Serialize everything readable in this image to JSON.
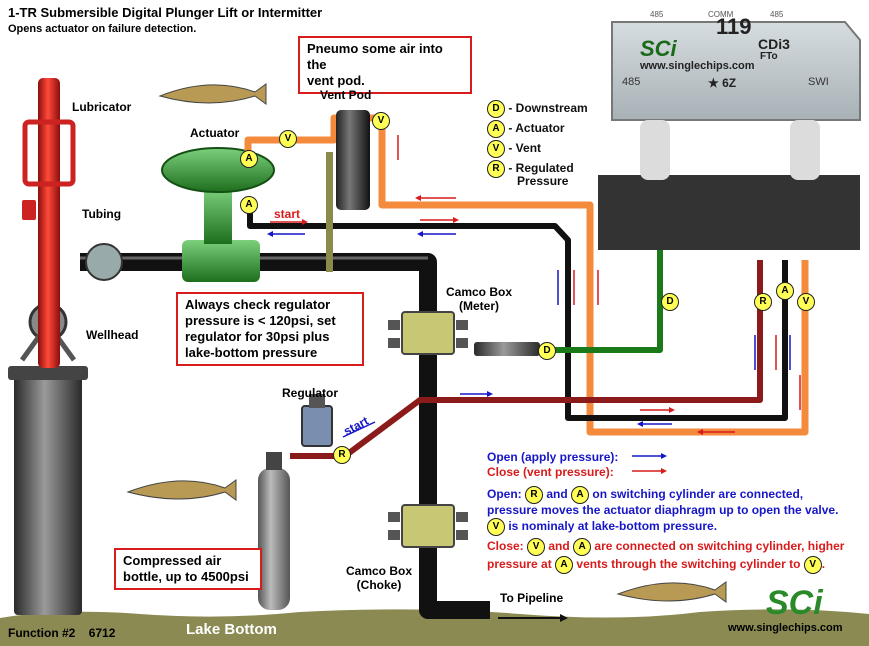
{
  "header": {
    "title": "1-TR Submersible Digital Plunger Lift or Intermitter",
    "subtitle": "Opens actuator on failure detection."
  },
  "callouts": {
    "pneumo": [
      "Pneumo some air into the",
      "vent pod."
    ],
    "regulator_check": [
      "Always check regulator",
      "pressure is < 120psi, set",
      "regulator for 30psi plus",
      "lake-bottom pressure"
    ],
    "bottle": [
      "Compressed air",
      "bottle, up to 4500psi"
    ]
  },
  "labels": {
    "lubricator": "Lubricator",
    "actuator": "Actuator",
    "vent_pod": "Vent Pod",
    "tubing": "Tubing",
    "wellhead": "Wellhead",
    "regulator": "Regulator",
    "camco_meter": [
      "Camco Box",
      "(Meter)"
    ],
    "camco_choke": [
      "Camco Box",
      "(Choke)"
    ],
    "to_pipeline": "To Pipeline",
    "lake_bottom": "Lake Bottom",
    "start_top": "start",
    "start_reg": "start"
  },
  "controller": {
    "number": "119",
    "brand": "SCi",
    "model": "CDi3",
    "sub": "FTo",
    "url": "www.singlechips.com",
    "code": "★ 6Z",
    "p1": "485",
    "p2": "COMM",
    "p3": "485",
    "left": "485",
    "right": "SWI"
  },
  "key": {
    "d": "D",
    "d_label": "- Downstream",
    "a": "A",
    "a_label": "- Actuator",
    "v": "V",
    "v_label": "- Vent",
    "r": "R",
    "r_label": "- Regulated",
    "r_label2": "Pressure"
  },
  "legend": {
    "open": "Open (apply pressure):",
    "close": "Close  (vent pressure):"
  },
  "explain": {
    "open_1a": "Open:",
    "open_1b": "and",
    "open_1c": "on switching cylinder are connected,",
    "open_2": "pressure moves the actuator diaphragm up to open the valve.",
    "open_3": "is nominaly at lake-bottom pressure.",
    "close_1a": "Close:",
    "close_1b": "and",
    "close_1c": "are connected on switching cylinder, higher",
    "close_2a": "pressure at",
    "close_2b": "vents through the switching cylinder to",
    "close_2c": "."
  },
  "footer": {
    "function": "Function #2",
    "code": "6712",
    "logo": "SCi",
    "url": "www.singlechips.com"
  },
  "badges": {
    "d": "D",
    "a": "A",
    "v": "V",
    "r": "R"
  },
  "colors": {
    "orange": "#f48a3c",
    "black": "#111111",
    "green": "#1a7a1a",
    "maroon": "#8b1a1a",
    "red": "#d81b1b",
    "blue": "#1616c8",
    "badge": "#ffff55"
  }
}
